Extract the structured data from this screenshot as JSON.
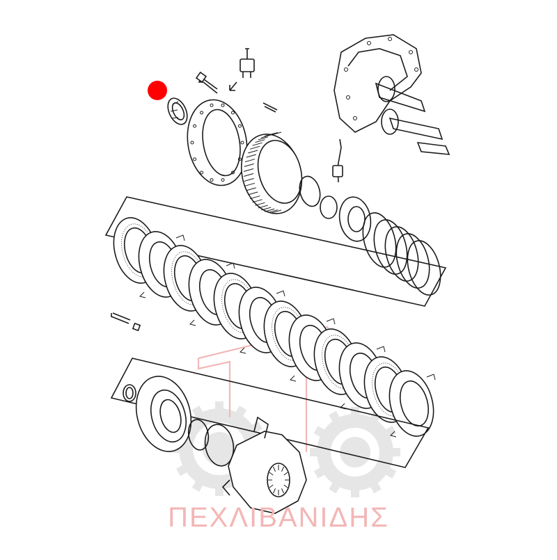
{
  "watermark": {
    "text": "ΠΕΧΛΙΒΑΝΙΔΗΣ",
    "logo": "tractor-silhouette",
    "color": "#f3b6b6",
    "logo_color": "#e3e3e3"
  },
  "marker": {
    "color": "#ff0000",
    "icon": "red-dot-icon"
  },
  "drawing": {
    "type": "exploded-view",
    "line_color": "#1a1a1a"
  }
}
